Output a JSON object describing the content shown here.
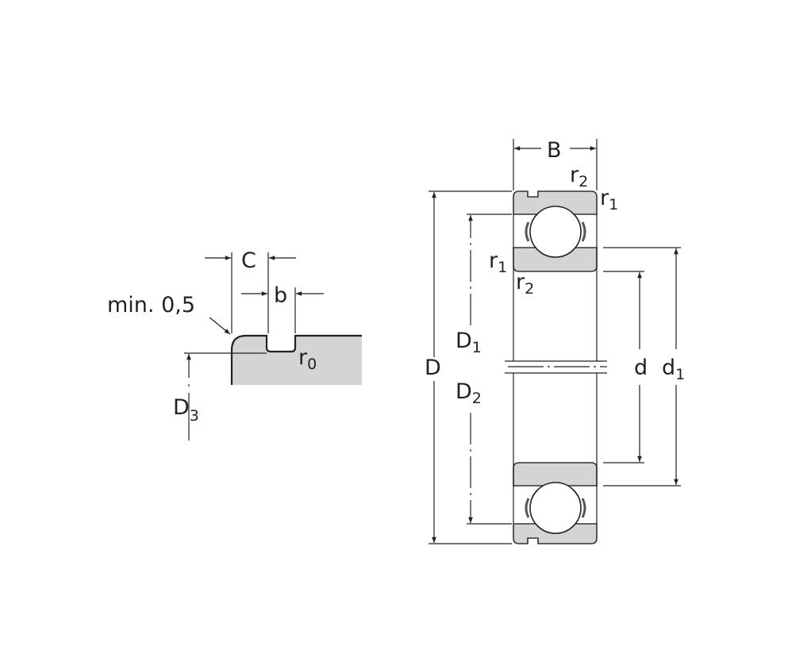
{
  "groove_detail": {
    "min_label": "min. 0,5",
    "C": "C",
    "b": "b",
    "r": "r",
    "r_sub": "0",
    "D": "D",
    "D_sub": "3"
  },
  "bearing": {
    "B": "B",
    "D": "D",
    "D1": "D",
    "D1_sub": "1",
    "D2": "D",
    "D2_sub": "2",
    "d": "d",
    "d1": "d",
    "d1_sub": "1",
    "r": "r",
    "r1_sub": "1",
    "r2_sub": "2"
  },
  "colors": {
    "fill": "#d4d4d4",
    "line": "#222222"
  }
}
